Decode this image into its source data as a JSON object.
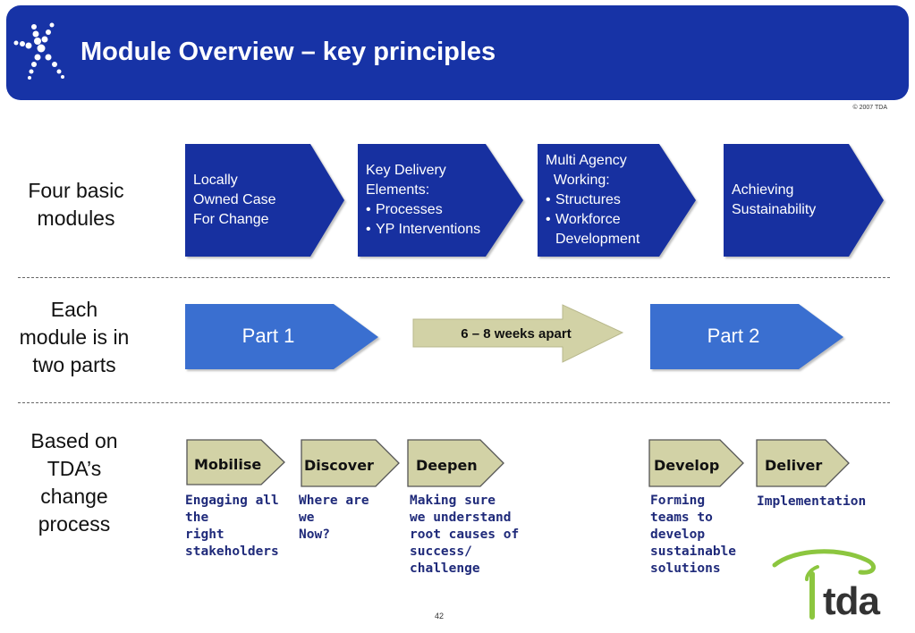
{
  "header": {
    "title": "Module Overview – key principles"
  },
  "copyright": "© 2007  TDA",
  "rows": {
    "modules_label": [
      "Four basic",
      "modules"
    ],
    "parts_label": [
      "Each",
      "module is in",
      "two parts"
    ],
    "process_label": [
      "Based on",
      "TDA’s",
      "change",
      "process"
    ]
  },
  "modules": [
    {
      "lines": [
        "Locally",
        "Owned Case",
        "For Change"
      ],
      "bullets": []
    },
    {
      "lines": [
        "Key Delivery",
        "Elements:"
      ],
      "bullets": [
        "Processes",
        "YP Interventions"
      ]
    },
    {
      "lines": [
        "Multi Agency",
        "  Working:"
      ],
      "bullets": [
        "Structures",
        "Workforce Development"
      ]
    },
    {
      "lines": [
        "Achieving",
        "Sustainability"
      ],
      "bullets": []
    }
  ],
  "parts": {
    "part1": "Part 1",
    "gap": "6 – 8 weeks apart",
    "part2": "Part 2"
  },
  "steps": [
    {
      "label": "Mobilise",
      "desc": "Engaging all\nthe\nright\nstakeholders"
    },
    {
      "label": "Discover",
      "desc": "Where are\nwe\nNow?"
    },
    {
      "label": "Deepen",
      "desc": "Making sure\nwe understand\nroot causes of\nsuccess/\nchallenge"
    },
    {
      "label": "Develop",
      "desc": "Forming\nteams to\ndevelop\nsustainable\nsolutions"
    },
    {
      "label": "Deliver",
      "desc": "Implementation"
    }
  ],
  "logo_text": "tda",
  "page_number": "42",
  "colors": {
    "header_blue": "#1733a6",
    "module_blue": "#1730a0",
    "part_blue": "#3a6fd0",
    "khaki": "#d2d2a6",
    "desc_navy": "#1f2a7a",
    "logo_green": "#8cc63f"
  }
}
